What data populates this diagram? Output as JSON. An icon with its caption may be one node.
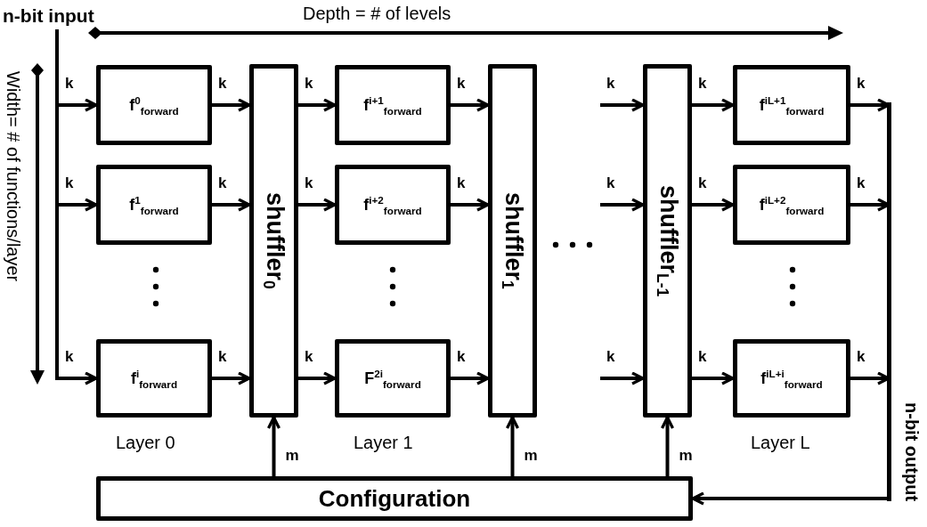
{
  "diagram": {
    "nodes": [
      {
        "text": [
          "n-bit input"
        ]
      },
      {
        "text": [
          "f$^{0}$$_{forward}$"
        ]
      },
      {
        "text": [
          "f$^{1}$$_{forward}$"
        ]
      },
      {
        "text": [
          "f$^{i}$$_{forward}$"
        ]
      },
      {
        "text": [
          "shuffler$_{0}$"
        ]
      },
      {
        "text": [
          "f$^{i+1}$$_{forward}$"
        ]
      },
      {
        "text": [
          "f$^{i+2}$$_{forward}$"
        ]
      },
      {
        "text": [
          "F$^{2i}$$_{forward}$"
        ]
      },
      {
        "text": [
          "shuffler$_{1}$"
        ]
      },
      {
        "text": [
          "shuffler$_{L-1}$"
        ]
      },
      {
        "text": [
          "f$^{iL+1}$$_{forward}$"
        ]
      },
      {
        "text": [
          "f$^{iL+2}$$_{forward}$"
        ]
      },
      {
        "text": [
          "f$^{iL+i}$$_{forward}$"
        ]
      },
      {
        "text": [
          "n-bit output"
        ]
      },
      {
        "text": [
          "Configuration"
        ]
      }
    ],
    "edges": [
      {
        "from": 0,
        "to": 1,
        "arrow": "to",
        "label": "k"
      },
      {
        "from": 0,
        "to": 2,
        "arrow": "to",
        "label": "k"
      },
      {
        "from": 0,
        "to": 3,
        "arrow": "to",
        "label": "k"
      },
      {
        "from": 1,
        "to": 4,
        "arrow": "to",
        "label": "k"
      },
      {
        "from": 2,
        "to": 4,
        "arrow": "to",
        "label": "k"
      },
      {
        "from": 3,
        "to": 4,
        "arrow": "to",
        "label": "k"
      },
      {
        "from": 4,
        "to": 5,
        "arrow": "to",
        "label": "k"
      },
      {
        "from": 4,
        "to": 6,
        "arrow": "to",
        "label": "k"
      },
      {
        "from": 4,
        "to": 7,
        "arrow": "to",
        "label": "k"
      },
      {
        "from": 5,
        "to": 8,
        "arrow": "to",
        "label": "k"
      },
      {
        "from": 6,
        "to": 8,
        "arrow": "to",
        "label": "k"
      },
      {
        "from": 7,
        "to": 8,
        "arrow": "to",
        "label": "k"
      },
      {
        "from": null,
        "to": 9,
        "arrow": "to",
        "label": "k"
      },
      {
        "from": null,
        "to": 9,
        "arrow": "to",
        "label": "k"
      },
      {
        "from": null,
        "to": 9,
        "arrow": "to",
        "label": "k"
      },
      {
        "from": 9,
        "to": 10,
        "arrow": "to",
        "label": "k"
      },
      {
        "from": 9,
        "to": 11,
        "arrow": "to",
        "label": "k"
      },
      {
        "from": 9,
        "to": 12,
        "arrow": "to",
        "label": "k"
      },
      {
        "from": 10,
        "to": 13,
        "arrow": "to",
        "label": "k"
      },
      {
        "from": 11,
        "to": 13,
        "arrow": "to",
        "label": "k"
      },
      {
        "from": 12,
        "to": 13,
        "arrow": "to",
        "label": "k"
      },
      {
        "from": 13,
        "to": 14,
        "arrow": "to"
      },
      {
        "from": 14,
        "to": 4,
        "arrow": "to",
        "label": "m"
      },
      {
        "from": 14,
        "to": 8,
        "arrow": "to",
        "label": "m"
      },
      {
        "from": 14,
        "to": 9,
        "arrow": "to",
        "label": "m"
      }
    ],
    "labels": [
      "Depth = # of levels",
      "Width= # of functions/layer",
      "Layer 0",
      "Layer 1",
      "Layer L"
    ]
  }
}
